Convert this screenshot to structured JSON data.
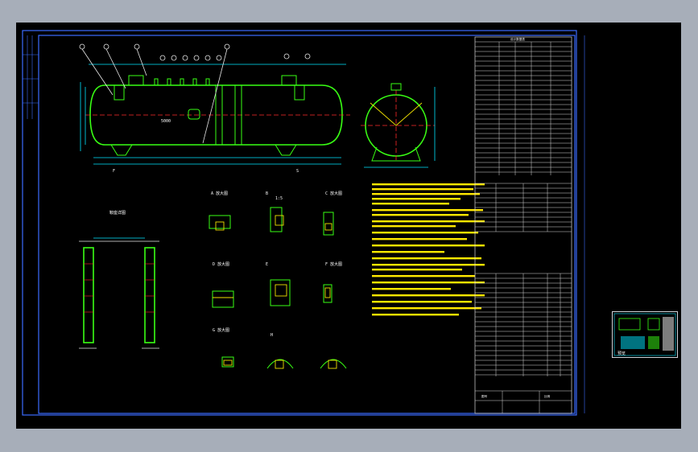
{
  "colors": {
    "background": "#a7aeb9",
    "viewport": "#000000",
    "frame": "#3b6cff",
    "vessel": "#39ff14",
    "dimension": "#00e5ff",
    "centerline": "#ff2a2a",
    "notes": "#ffe800",
    "table": "#ffffff"
  },
  "views": {
    "main_label": "5000",
    "section_cut_left": "F",
    "section_cut_right": "S",
    "detail_titles": [
      "A 放大图",
      "B",
      "C 放大图",
      "D 放大图",
      "E",
      "F 放大图",
      "G 放大图",
      "H"
    ],
    "support_title": "鞍座详图",
    "scale": "1:5"
  },
  "title_block": {
    "top_label": "设计数据表",
    "drawing_no": "图号",
    "scale_label": "比例"
  },
  "thumbnail": {
    "label": "预览"
  }
}
